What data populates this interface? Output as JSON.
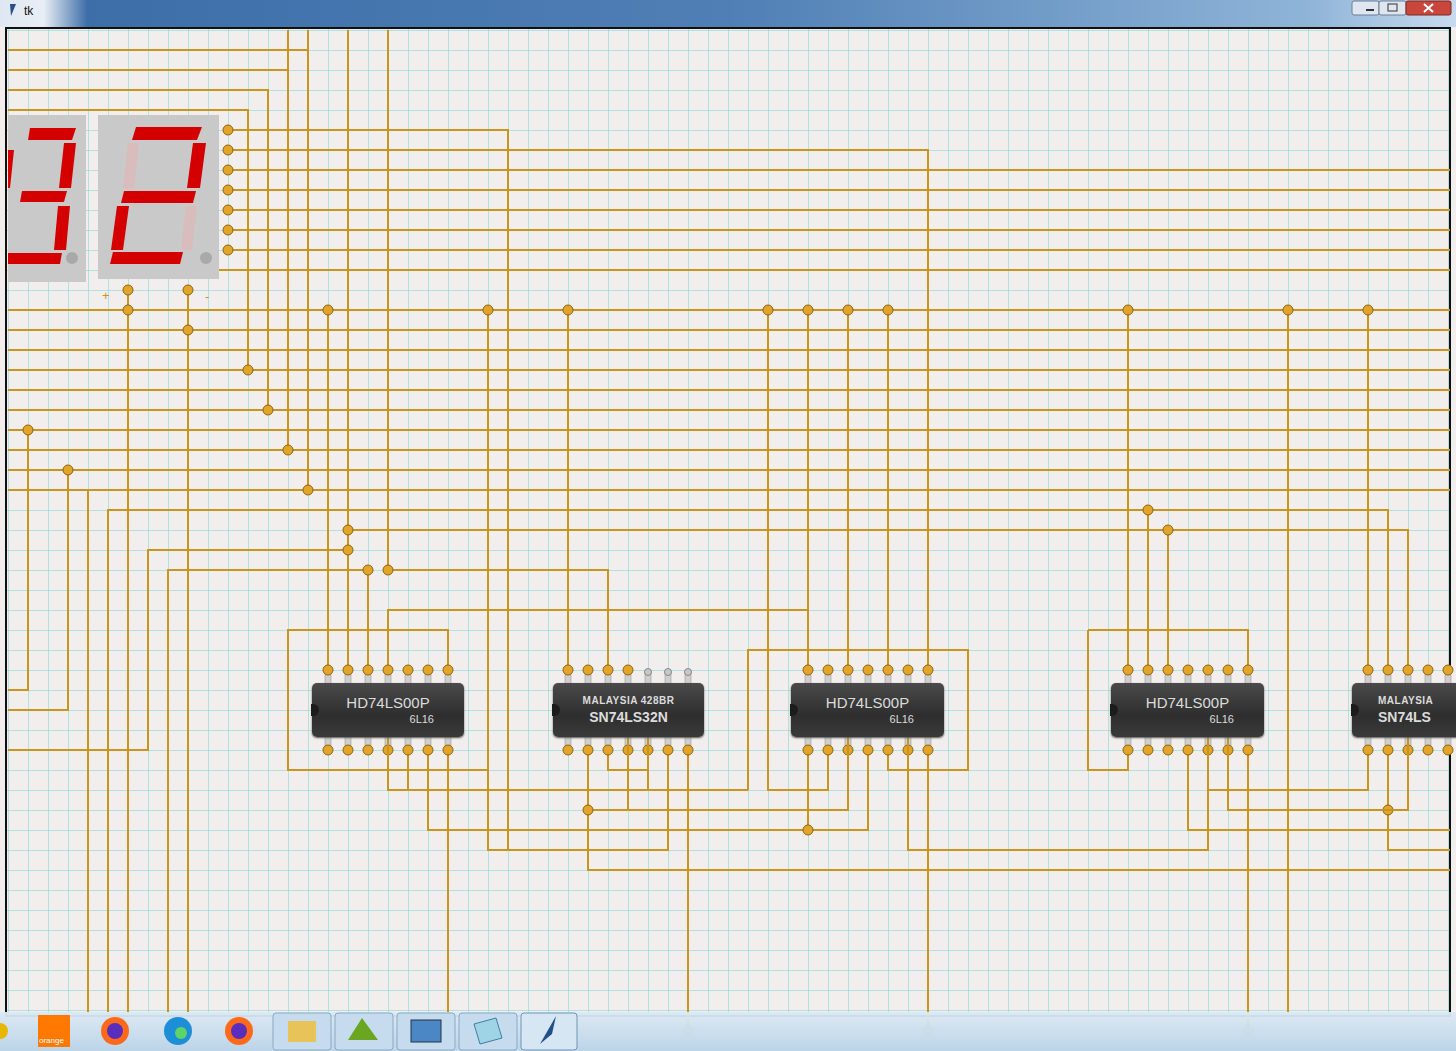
{
  "diagram": {
    "nodes": [
      {
        "text": [
          "HD74LS00P",
          "6L16"
        ]
      },
      {
        "text": [
          "MALAYSIA 428BR",
          "SN74LS32N"
        ]
      },
      {
        "text": [
          "HD74LS00P",
          "6L16"
        ]
      },
      {
        "text": [
          "HD74LS00P",
          "6L16"
        ]
      },
      {
        "text": [
          "MALAYSIA",
          "SN74LS"
        ]
      }
    ],
    "edges": [
      {
        "from": 0,
        "to": 1,
        "arrow": "none"
      },
      {
        "from": 1,
        "to": 2,
        "arrow": "none"
      },
      {
        "from": 2,
        "to": 3,
        "arrow": "none"
      },
      {
        "from": 3,
        "to": 4,
        "arrow": "none"
      }
    ],
    "labels": [
      "tk",
      "+",
      "-",
      "orange"
    ]
  }
}
